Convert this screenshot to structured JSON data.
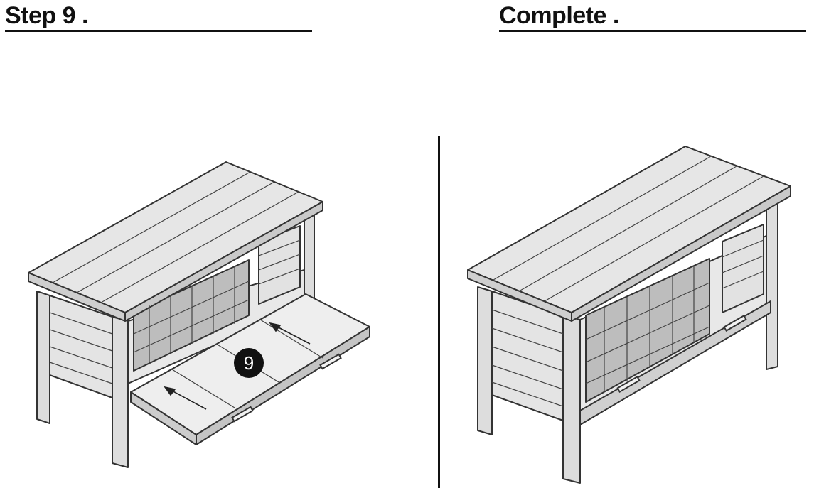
{
  "steps": {
    "left_title": "Step 9 .",
    "right_title": "Complete ."
  },
  "callout": {
    "number": "9"
  },
  "icons": {
    "left_illustration": "hutch-tray-insert-illustration",
    "right_illustration": "hutch-complete-illustration"
  },
  "colors": {
    "fill": "#dddddd",
    "stroke": "#333333",
    "badge": "#111111"
  }
}
